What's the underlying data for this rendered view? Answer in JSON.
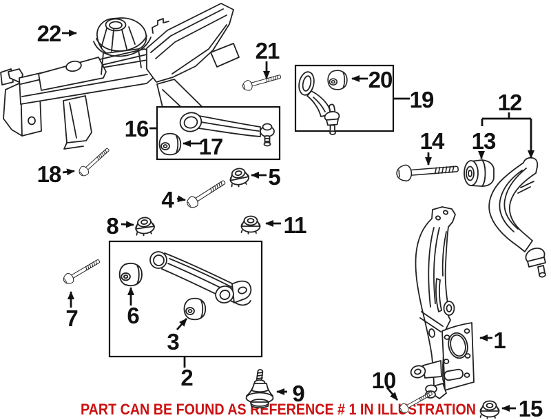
{
  "figure": {
    "background": "#ffffff",
    "line_color": "#222222",
    "label_color": "#111111"
  },
  "note": {
    "text": "PART CAN BE FOUND AS REFERENCE # 1 IN ILLUSTRATION",
    "color": "#cc1111"
  },
  "callouts": {
    "c1": "1",
    "c2": "2",
    "c3": "3",
    "c4": "4",
    "c5": "5",
    "c6": "6",
    "c7": "7",
    "c8": "8",
    "c9": "9",
    "c10": "10",
    "c11": "11",
    "c12": "12",
    "c13": "13",
    "c14": "14",
    "c15": "15",
    "c16": "16",
    "c17": "17",
    "c18": "18",
    "c19": "19",
    "c20": "20",
    "c21": "21",
    "c22": "22"
  }
}
